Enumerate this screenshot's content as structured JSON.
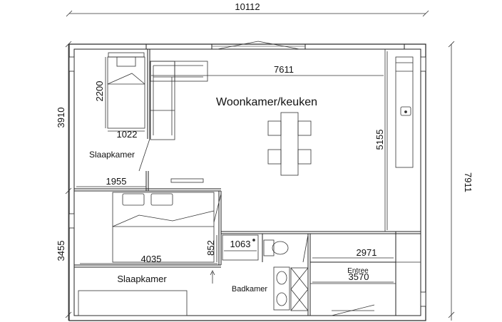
{
  "floorplan": {
    "dimensions": {
      "overall_width": "10112",
      "overall_height": "7911",
      "left_upper": "3910",
      "left_lower": "3455",
      "living_width": "7611",
      "living_depth": "5155",
      "bed1_length": "2200",
      "bed1_width": "1022",
      "bedroom1_width": "1955",
      "bedroom2_width": "4035",
      "bath_depth": "852",
      "shower_width": "1063",
      "entree_upper": "2971",
      "entree_lower": "3570"
    },
    "rooms": {
      "living": "Woonkamer/keuken",
      "bedroom_small": "Slaapkamer",
      "bedroom_large": "Slaapkamer",
      "bathroom": "Badkamer",
      "entrance": "Entree"
    }
  }
}
